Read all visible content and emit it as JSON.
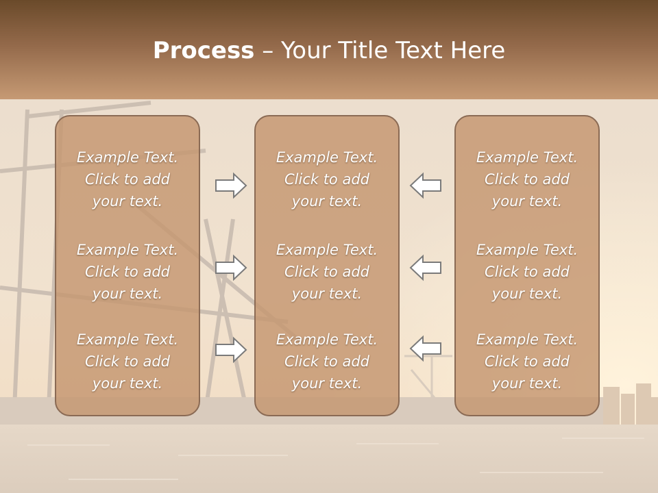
{
  "title": {
    "bold": "Process",
    "rest": " – Your Title Text Here"
  },
  "columns": [
    {
      "cells": [
        "Example Text.\nClick  to add\nyour text.",
        "Example Text.\nClick  to add\nyour text.",
        "Example Text.\nClick  to add\nyour text."
      ]
    },
    {
      "cells": [
        "Example Text.\nClick  to add\nyour text.",
        "Example Text.\nClick  to add\nyour text.",
        "Example Text.\nClick  to add\nyour text."
      ]
    },
    {
      "cells": [
        "Example Text.\nClick  to add\nyour text.",
        "Example Text.\nClick  to add\nyour text.",
        "Example Text.\nClick  to add\nyour text."
      ]
    }
  ],
  "arrows": {
    "left_group": "arrow-right",
    "right_group": "arrow-left"
  },
  "colors": {
    "header": "#93694a",
    "box": "#c49670",
    "box_border": "#8a6a54",
    "arrow_fill": "#ffffff",
    "arrow_stroke": "#7a7a7a"
  }
}
